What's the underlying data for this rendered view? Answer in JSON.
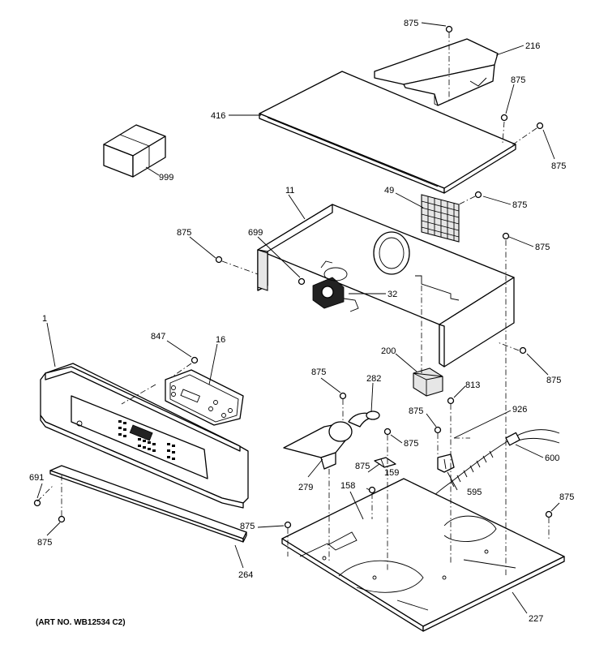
{
  "art_number": "(ART NO. WB12534 C2)",
  "labels": {
    "p875_top": "875",
    "p216": "216",
    "p875_a": "875",
    "p416": "416",
    "p875_b": "875",
    "p999": "999",
    "p11": "11",
    "p49": "49",
    "p875_c": "875",
    "p875_d": "875",
    "p699": "699",
    "p875_e": "875",
    "p32": "32",
    "p1": "1",
    "p847": "847",
    "p16": "16",
    "p200": "200",
    "p875_f": "875",
    "p875_g": "875",
    "p282": "282",
    "p813": "813",
    "p875_h": "875",
    "p926": "926",
    "p875_i": "875",
    "p600": "600",
    "p279": "279",
    "p875_j": "875",
    "p159": "159",
    "p595": "595",
    "p691": "691",
    "p158": "158",
    "p875_k": "875",
    "p875_l": "875",
    "p875_m": "875",
    "p264": "264",
    "p227": "227"
  }
}
